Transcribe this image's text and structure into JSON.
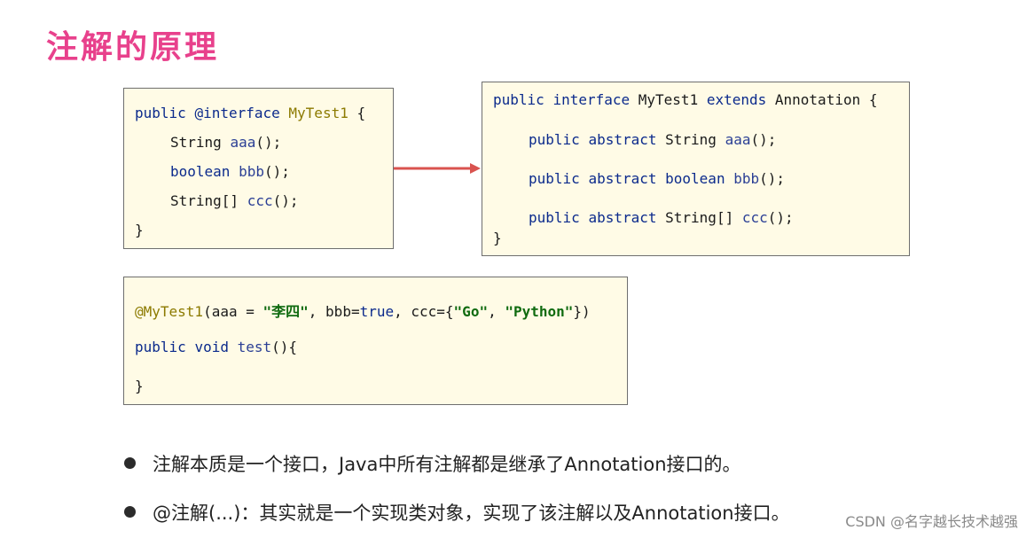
{
  "slide": {
    "title": "注解的原理",
    "watermark": "CSDN @名字越长技术越强"
  },
  "box1": {
    "l1": {
      "a": "public ",
      "b": "@interface ",
      "c": "MyTest1",
      "d": " {"
    },
    "l2": {
      "a": "String ",
      "b": "aaa",
      "c": "();"
    },
    "l3": {
      "a": "boolean ",
      "b": "bbb",
      "c": "();"
    },
    "l4": {
      "a": "String[] ",
      "b": "ccc",
      "c": "();"
    },
    "l5": "}"
  },
  "box2": {
    "l1": {
      "a": "public ",
      "b": "interface ",
      "c": "MyTest1 ",
      "d": "extends ",
      "e": "Annotation {"
    },
    "l2": {
      "a": "public ",
      "b": "abstract ",
      "c": "String ",
      "d": "aaa",
      "e": "();"
    },
    "l3": {
      "a": "public ",
      "b": "abstract ",
      "c": "boolean ",
      "d": "bbb",
      "e": "();"
    },
    "l4": {
      "a": "public ",
      "b": "abstract ",
      "c": "String[] ",
      "d": "ccc",
      "e": "();"
    },
    "l5": "}"
  },
  "box3": {
    "l1": {
      "a": "@MyTest1",
      "b": "(aaa = ",
      "c": "\"李四\"",
      "d": ", bbb=",
      "e": "true",
      "f": ", ccc={",
      "g": "\"Go\"",
      "h": ", ",
      "i": "\"Python\"",
      "j": "})"
    },
    "l2": {
      "a": "public ",
      "b": "void ",
      "c": "test",
      "d": "(){"
    },
    "l3": "}"
  },
  "bullets": [
    "注解本质是一个接口，Java中所有注解都是继承了Annotation接口的。",
    "@注解(...)：其实就是一个实现类对象，实现了该注解以及Annotation接口。"
  ],
  "colors": {
    "title": "#e8418c",
    "code_bg": "#fffbe6",
    "keyword": "#0b2a8c",
    "annotation": "#8c7a00",
    "string": "#106b10",
    "arrow": "#d9534f"
  }
}
